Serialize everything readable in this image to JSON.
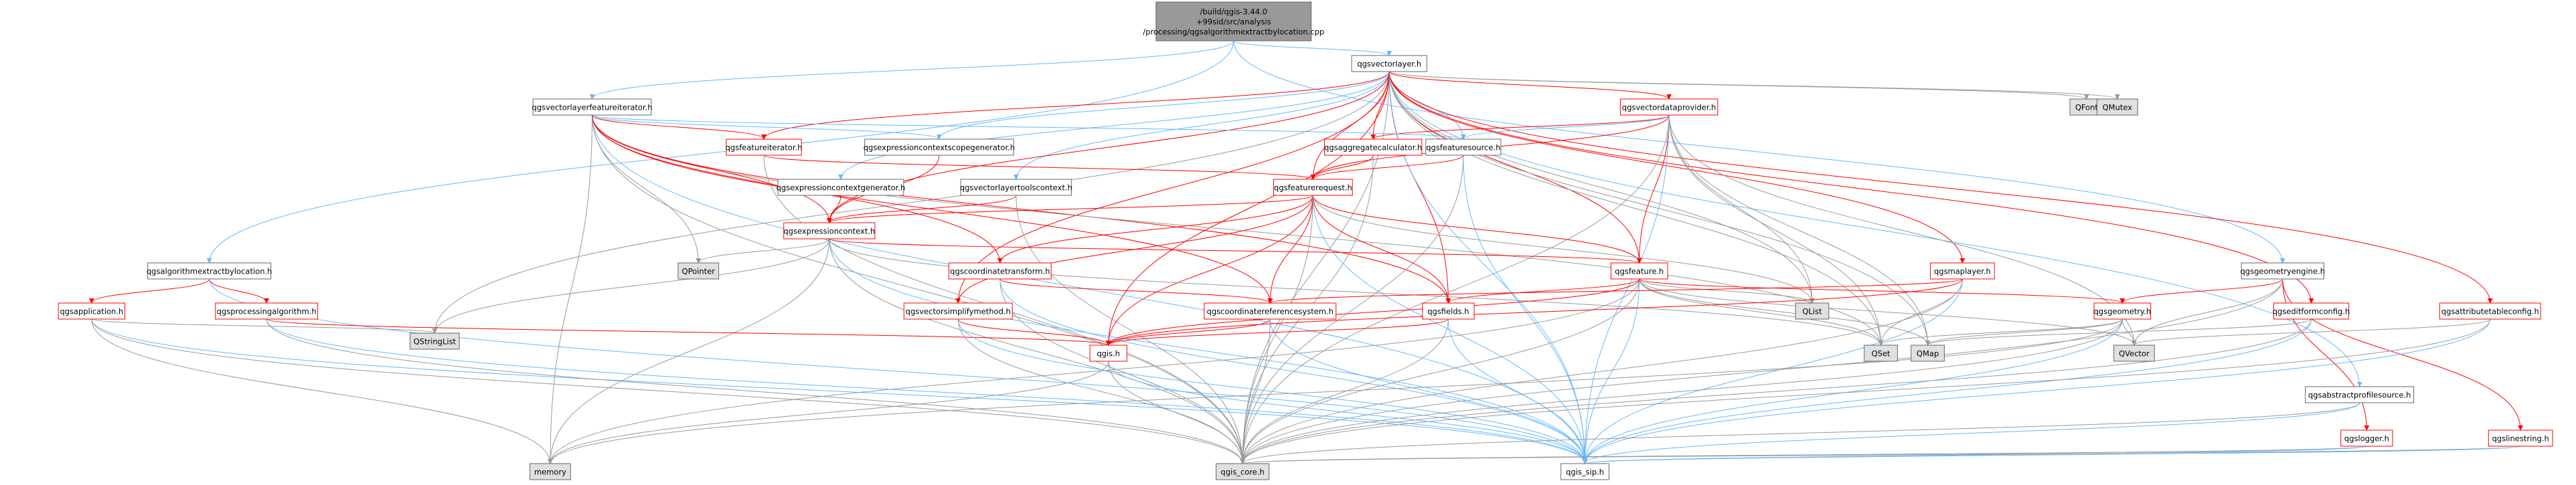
{
  "diagram": {
    "kind": "include dependency graph",
    "style": {
      "edge_color_blue": "#63b8ff",
      "edge_color_red": "#ff0000",
      "edge_color_gray": "#999999",
      "node_border_black": "#666666",
      "node_border_red": "#ff0000",
      "node_fill_white": "#ffffff",
      "node_fill_gray": "#e0e0e0",
      "node_fill_root": "#999999"
    },
    "nodes": [
      {
        "id": "root",
        "label_lines": [
          "/build/qgis-3.44.0",
          "+99sid/src/analysis",
          "/processing/qgsalgorithmextractbylocation.cpp"
        ],
        "style": "root"
      },
      {
        "id": "qgsvectorlayer",
        "label_lines": [
          "qgsvectorlayer.h"
        ],
        "style": "normal"
      },
      {
        "id": "qgsvectorlayerfeatureiterator",
        "label_lines": [
          "qgsvectorlayerfeatureiterator.h"
        ],
        "style": "normal"
      },
      {
        "id": "qgsvectordataprovider",
        "label_lines": [
          "qgsvectordataprovider.h"
        ],
        "style": "red"
      },
      {
        "id": "QFont",
        "label_lines": [
          "QFont"
        ],
        "style": "gray"
      },
      {
        "id": "QMutex",
        "label_lines": [
          "QMutex"
        ],
        "style": "gray"
      },
      {
        "id": "qgsfeatureiterator",
        "label_lines": [
          "qgsfeatureiterator.h"
        ],
        "style": "red"
      },
      {
        "id": "qgsexpressioncontextscopegenerator",
        "label_lines": [
          "qgsexpressioncontextscopegenerator.h"
        ],
        "style": "normal"
      },
      {
        "id": "qgsaggregatecalculator",
        "label_lines": [
          "qgsaggregatecalculator.h"
        ],
        "style": "red"
      },
      {
        "id": "qgsfeaturesource",
        "label_lines": [
          "qgsfeaturesource.h"
        ],
        "style": "normal"
      },
      {
        "id": "qgsexpressioncontextgenerator",
        "label_lines": [
          "qgsexpressioncontextgenerator.h"
        ],
        "style": "normal"
      },
      {
        "id": "qgsvectorlayertoolscontext",
        "label_lines": [
          "qgsvectorlayertoolscontext.h"
        ],
        "style": "normal"
      },
      {
        "id": "qgsfeaturerequest",
        "label_lines": [
          "qgsfeaturerequest.h"
        ],
        "style": "red"
      },
      {
        "id": "qgsexpressioncontext",
        "label_lines": [
          "qgsexpressioncontext.h"
        ],
        "style": "red"
      },
      {
        "id": "QPointer",
        "label_lines": [
          "QPointer"
        ],
        "style": "gray"
      },
      {
        "id": "qgscoordinatetransform",
        "label_lines": [
          "qgscoordinatetransform.h"
        ],
        "style": "red"
      },
      {
        "id": "qgsfeature",
        "label_lines": [
          "qgsfeature.h"
        ],
        "style": "red"
      },
      {
        "id": "qgsmaplayer",
        "label_lines": [
          "qgsmaplayer.h"
        ],
        "style": "red"
      },
      {
        "id": "qgsgeometryengine",
        "label_lines": [
          "qgsgeometryengine.h"
        ],
        "style": "normal"
      },
      {
        "id": "qgsalgorithmextractbylocation",
        "label_lines": [
          "qgsalgorithmextractbylocation.h"
        ],
        "style": "normal"
      },
      {
        "id": "qgsapplication",
        "label_lines": [
          "qgsapplication.h"
        ],
        "style": "red"
      },
      {
        "id": "qgsprocessingalgorithm",
        "label_lines": [
          "qgsprocessingalgorithm.h"
        ],
        "style": "red"
      },
      {
        "id": "QStringList",
        "label_lines": [
          "QStringList"
        ],
        "style": "gray"
      },
      {
        "id": "qgsvectorsimplifymethod",
        "label_lines": [
          "qgsvectorsimplifymethod.h"
        ],
        "style": "red"
      },
      {
        "id": "qgscoordinatereferencesystem",
        "label_lines": [
          "qgscoordinatereferencesystem.h"
        ],
        "style": "red"
      },
      {
        "id": "qgsfields",
        "label_lines": [
          "qgsfields.h"
        ],
        "style": "red"
      },
      {
        "id": "QList",
        "label_lines": [
          "QList"
        ],
        "style": "gray"
      },
      {
        "id": "qgsgeometry",
        "label_lines": [
          "qgsgeometry.h"
        ],
        "style": "red"
      },
      {
        "id": "qgseditformconfig",
        "label_lines": [
          "qgseditformconfig.h"
        ],
        "style": "red"
      },
      {
        "id": "qgsattributetableconfig",
        "label_lines": [
          "qgsattributetableconfig.h"
        ],
        "style": "red"
      },
      {
        "id": "qgis",
        "label_lines": [
          "qgis.h"
        ],
        "style": "red"
      },
      {
        "id": "QSet",
        "label_lines": [
          "QSet"
        ],
        "style": "gray"
      },
      {
        "id": "QMap",
        "label_lines": [
          "QMap"
        ],
        "style": "gray"
      },
      {
        "id": "QVector",
        "label_lines": [
          "QVector"
        ],
        "style": "gray"
      },
      {
        "id": "qgsabstractprofilesource",
        "label_lines": [
          "qgsabstractprofilesource.h"
        ],
        "style": "normal"
      },
      {
        "id": "qgslogger",
        "label_lines": [
          "qgslogger.h"
        ],
        "style": "red"
      },
      {
        "id": "qgslinestring",
        "label_lines": [
          "qgslinestring.h"
        ],
        "style": "red"
      },
      {
        "id": "memory",
        "label_lines": [
          "memory"
        ],
        "style": "gray"
      },
      {
        "id": "qgis_core",
        "label_lines": [
          "qgis_core.h"
        ],
        "style": "gray"
      },
      {
        "id": "qgis_sip",
        "label_lines": [
          "qgis_sip.h"
        ],
        "style": "normal"
      }
    ],
    "edges": [
      [
        "root",
        "qgsvectorlayer"
      ],
      [
        "root",
        "qgsalgorithmextractbylocation"
      ],
      [
        "root",
        "qgsgeometryengine"
      ],
      [
        "root",
        "qgsvectorlayerfeatureiterator"
      ],
      [
        "qgsvectorlayer",
        "QFont"
      ],
      [
        "qgsvectorlayer",
        "QMutex"
      ],
      [
        "qgsvectorlayer",
        "qgsvectordataprovider"
      ],
      [
        "qgsvectorlayer",
        "qgsfeaturesource"
      ],
      [
        "qgsvectorlayer",
        "qgsaggregatecalculator"
      ],
      [
        "qgsvectorlayer",
        "qgsfeatureiterator"
      ],
      [
        "qgsvectorlayer",
        "qgsexpressioncontextscopegenerator"
      ],
      [
        "qgsvectorlayer",
        "qgsexpressioncontextgenerator"
      ],
      [
        "qgsvectorlayer",
        "qgsvectorlayertoolscontext"
      ],
      [
        "qgsvectorlayer",
        "qgsfeaturerequest"
      ],
      [
        "qgsvectorlayer",
        "qgsmaplayer"
      ],
      [
        "qgsvectorlayer",
        "qgseditformconfig"
      ],
      [
        "qgsvectorlayer",
        "qgsattributetableconfig"
      ],
      [
        "qgsvectorlayer",
        "qgsfeature"
      ],
      [
        "qgsvectorlayer",
        "qgsfields"
      ],
      [
        "qgsvectorlayer",
        "QList"
      ],
      [
        "qgsvectorlayer",
        "QSet"
      ],
      [
        "qgsvectorlayer",
        "QMap"
      ],
      [
        "qgsvectorlayer",
        "QStringList"
      ],
      [
        "qgsvectorlayer",
        "qgsvectorsimplifymethod"
      ],
      [
        "qgsvectorlayer",
        "qgsabstractprofilesource"
      ],
      [
        "qgsvectorlayer",
        "qgis_core"
      ],
      [
        "qgsvectorlayer",
        "qgis_sip"
      ],
      [
        "qgsvectorlayer",
        "qgsexpressioncontext"
      ],
      [
        "qgsvectorlayer",
        "qgis"
      ],
      [
        "qgsvectordataprovider",
        "qgsaggregatecalculator"
      ],
      [
        "qgsvectordataprovider",
        "qgsfeaturesource"
      ],
      [
        "qgsvectordataprovider",
        "qgsfeaturerequest"
      ],
      [
        "qgsvectordataprovider",
        "qgsfeature"
      ],
      [
        "qgsvectordataprovider",
        "QList"
      ],
      [
        "qgsvectordataprovider",
        "QSet"
      ],
      [
        "qgsvectordataprovider",
        "QMap"
      ],
      [
        "qgsvectordataprovider",
        "qgis_core"
      ],
      [
        "qgsvectordataprovider",
        "qgis_sip"
      ],
      [
        "qgsvectordataprovider",
        "QVector"
      ],
      [
        "qgsvectorlayerfeatureiterator",
        "qgsfeatureiterator"
      ],
      [
        "qgsvectorlayerfeatureiterator",
        "qgsexpressioncontextscopegenerator"
      ],
      [
        "qgsvectorlayerfeatureiterator",
        "qgsfeaturesource"
      ],
      [
        "qgsvectorlayerfeatureiterator",
        "QPointer"
      ],
      [
        "qgsvectorlayerfeatureiterator",
        "qgscoordinatetransform"
      ],
      [
        "qgsvectorlayerfeatureiterator",
        "qgsfields"
      ],
      [
        "qgsvectorlayerfeatureiterator",
        "qgscoordinatereferencesystem"
      ],
      [
        "qgsvectorlayerfeatureiterator",
        "QSet"
      ],
      [
        "qgsvectorlayerfeatureiterator",
        "memory"
      ],
      [
        "qgsvectorlayerfeatureiterator",
        "qgis_core"
      ],
      [
        "qgsvectorlayerfeatureiterator",
        "qgis_sip"
      ],
      [
        "qgsvectorlayerfeatureiterator",
        "qgsexpressioncontext"
      ],
      [
        "qgsfeatureiterator",
        "qgsfeaturerequest"
      ],
      [
        "qgsfeatureiterator",
        "qgis_core"
      ],
      [
        "qgsexpressioncontextscopegenerator",
        "qgsexpressioncontext"
      ],
      [
        "qgsaggregatecalculator",
        "qgsfeaturerequest"
      ],
      [
        "qgsaggregatecalculator",
        "qgis_core"
      ],
      [
        "qgsfeaturesource",
        "qgsfeaturerequest"
      ],
      [
        "qgsfeaturesource",
        "qgis_core"
      ],
      [
        "qgsfeaturesource",
        "qgis_sip"
      ],
      [
        "qgsexpressioncontextgenerator",
        "qgsexpressioncontext"
      ],
      [
        "qgsvectorlayertoolscontext",
        "qgsexpressioncontext"
      ],
      [
        "qgsvectorlayertoolscontext",
        "qgis_core"
      ],
      [
        "qgsfeaturerequest",
        "qgsexpressioncontext"
      ],
      [
        "qgsfeaturerequest",
        "qgsfeature"
      ],
      [
        "qgsfeaturerequest",
        "qgscoordinatetransform"
      ],
      [
        "qgsfeaturerequest",
        "qgscoordinatereferencesystem"
      ],
      [
        "qgsfeaturerequest",
        "qgsvectorsimplifymethod"
      ],
      [
        "qgsfeaturerequest",
        "qgsfields"
      ],
      [
        "qgsfeaturerequest",
        "QList"
      ],
      [
        "qgsfeaturerequest",
        "qgis"
      ],
      [
        "qgsfeaturerequest",
        "qgis_core"
      ],
      [
        "qgsfeaturerequest",
        "qgis_sip"
      ],
      [
        "qgsexpressioncontext",
        "QPointer"
      ],
      [
        "qgsexpressioncontext",
        "QStringList"
      ],
      [
        "qgsexpressioncontext",
        "QSet"
      ],
      [
        "qgsexpressioncontext",
        "memory"
      ],
      [
        "qgsexpressioncontext",
        "qgis_core"
      ],
      [
        "qgsexpressioncontext",
        "qgis_sip"
      ],
      [
        "qgsexpressioncontext",
        "qgsfeature"
      ],
      [
        "qgscoordinatetransform",
        "qgscoordinatereferencesystem"
      ],
      [
        "qgscoordinatetransform",
        "qgis_core"
      ],
      [
        "qgscoordinatetransform",
        "qgis_sip"
      ],
      [
        "qgsfeature",
        "qgsfields"
      ],
      [
        "qgsfeature",
        "qgsgeometry"
      ],
      [
        "qgsfeature",
        "QList"
      ],
      [
        "qgsfeature",
        "QSet"
      ],
      [
        "qgsfeature",
        "QMap"
      ],
      [
        "qgsfeature",
        "QVector"
      ],
      [
        "qgsfeature",
        "qgis_core"
      ],
      [
        "qgsfeature",
        "qgis_sip"
      ],
      [
        "qgsfeature",
        "memory"
      ],
      [
        "qgsfeature",
        "qgis"
      ],
      [
        "qgsmaplayer",
        "qgscoordinatereferencesystem"
      ],
      [
        "qgsmaplayer",
        "QSet"
      ],
      [
        "qgsmaplayer",
        "qgis_core"
      ],
      [
        "qgsmaplayer",
        "qgis_sip"
      ],
      [
        "qgsmaplayer",
        "qgis"
      ],
      [
        "qgsgeometryengine",
        "qgsgeometry"
      ],
      [
        "qgsgeometryengine",
        "qgslogger"
      ],
      [
        "qgsgeometryengine",
        "qgslinestring"
      ],
      [
        "qgsgeometryengine",
        "qgis_core"
      ],
      [
        "qgsgeometryengine",
        "QVector"
      ],
      [
        "qgsalgorithmextractbylocation",
        "qgsapplication"
      ],
      [
        "qgsalgorithmextractbylocation",
        "qgsprocessingalgorithm"
      ],
      [
        "qgsalgorithmextractbylocation",
        "qgis_sip"
      ],
      [
        "qgsapplication",
        "QStringList"
      ],
      [
        "qgsapplication",
        "memory"
      ],
      [
        "qgsapplication",
        "qgis_core"
      ],
      [
        "qgsapplication",
        "qgis_sip"
      ],
      [
        "qgsprocessingalgorithm",
        "qgis"
      ],
      [
        "qgsprocessingalgorithm",
        "qgis_core"
      ],
      [
        "qgsprocessingalgorithm",
        "qgis_sip"
      ],
      [
        "qgsvectorsimplifymethod",
        "qgis"
      ],
      [
        "qgsvectorsimplifymethod",
        "qgis_core"
      ],
      [
        "qgsvectorsimplifymethod",
        "qgis_sip"
      ],
      [
        "qgscoordinatereferencesystem",
        "qgis"
      ],
      [
        "qgscoordinatereferencesystem",
        "qgis_core"
      ],
      [
        "qgscoordinatereferencesystem",
        "qgis_sip"
      ],
      [
        "qgsfields",
        "qgis"
      ],
      [
        "qgsfields",
        "qgis_core"
      ],
      [
        "qgsfields",
        "qgis_sip"
      ],
      [
        "qgsgeometry",
        "QSet"
      ],
      [
        "qgsgeometry",
        "QMap"
      ],
      [
        "qgsgeometry",
        "QVector"
      ],
      [
        "qgsgeometry",
        "memory"
      ],
      [
        "qgsgeometry",
        "qgis_core"
      ],
      [
        "qgsgeometry",
        "qgis_sip"
      ],
      [
        "qgseditformconfig",
        "QMap"
      ],
      [
        "qgseditformconfig",
        "qgis_core"
      ],
      [
        "qgseditformconfig",
        "qgis_sip"
      ],
      [
        "qgsattributetableconfig",
        "QVector"
      ],
      [
        "qgsattributetableconfig",
        "qgis_core"
      ],
      [
        "qgsattributetableconfig",
        "qgis_sip"
      ],
      [
        "qgis",
        "memory"
      ],
      [
        "qgis",
        "qgis_core"
      ],
      [
        "qgis",
        "qgis_sip"
      ],
      [
        "qgsabstractprofilesource",
        "qgis_core"
      ],
      [
        "qgsabstractprofilesource",
        "qgis_sip"
      ],
      [
        "qgslogger",
        "qgis_core"
      ],
      [
        "qgslogger",
        "qgis_sip"
      ],
      [
        "qgslinestring",
        "qgis_core"
      ],
      [
        "qgslinestring",
        "qgis_sip"
      ]
    ]
  }
}
